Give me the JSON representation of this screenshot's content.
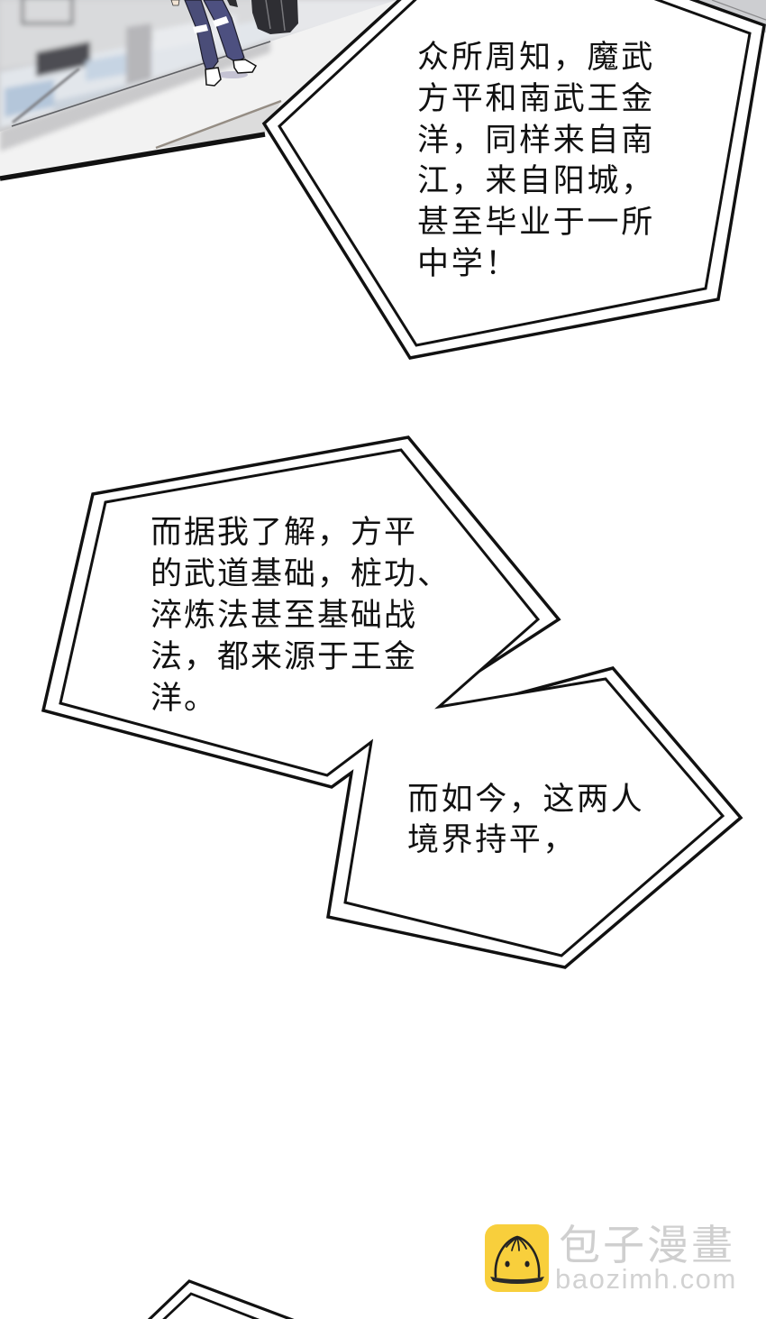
{
  "page": {
    "kind": "manga-page",
    "background": "#ffffff"
  },
  "colors": {
    "ink": "#111111",
    "bubble_fill": "#ffffff",
    "wall": "#cdced1",
    "floor": "#f2f2f2",
    "pants": "#4a4d78",
    "logo_yellow": "#f8cf3c",
    "watermark_text": "#cfcfcf"
  },
  "bubbles": [
    {
      "id": "bubble-1",
      "lines": [
        "众所周知，魔武",
        "方平和南武王金",
        "洋，同样来自南",
        "江，来自阳城，",
        "甚至毕业于一所",
        "中学！"
      ]
    },
    {
      "id": "bubble-2",
      "lines": [
        "而据我了解，方平",
        "的武道基础，桩功、",
        "淬炼法甚至基础战",
        "法，都来源于王金",
        "洋。"
      ]
    },
    {
      "id": "bubble-3",
      "lines": [
        "而如今，这两人",
        "境界持平，"
      ]
    }
  ],
  "watermark": {
    "icon": "bun-mascot-icon",
    "name": "包子漫畫",
    "url": "baozimh.com"
  }
}
